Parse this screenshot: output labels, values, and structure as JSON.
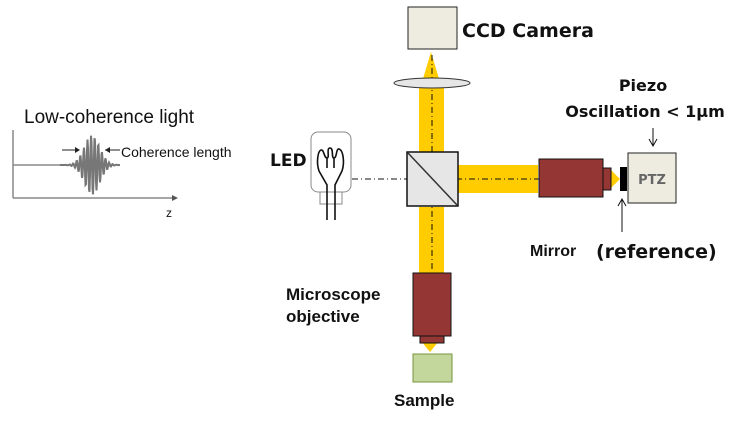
{
  "inset": {
    "title": "Low-coherence light",
    "annotation": "Coherence length",
    "axis_label": "z"
  },
  "labels": {
    "ccd_camera": "CCD Camera",
    "led": "LED",
    "piezo_line1": "Piezo",
    "piezo_line2": "Oscillation < 1μm",
    "ptz": "PTZ",
    "mirror": "Mirror",
    "reference": "(reference)",
    "objective_line1": "Microscope",
    "objective_line2": "objective",
    "sample": "Sample"
  },
  "colors": {
    "beam": "#ffcc00",
    "objective": "#943634",
    "camera": "#eeece1",
    "sample": "#c3d69b",
    "sample_border": "#77933c",
    "splitter": "#e6e6e6",
    "wave": "#777777"
  }
}
